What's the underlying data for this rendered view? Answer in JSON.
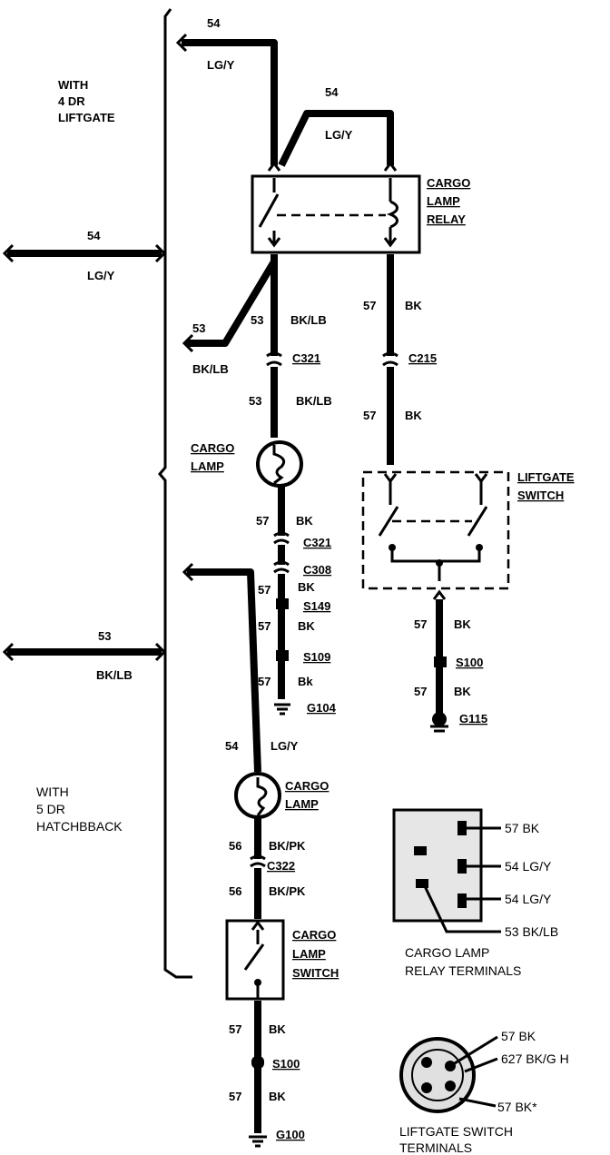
{
  "labels": {
    "with_4dr": "WITH",
    "with_4dr_2": "4 DR",
    "with_4dr_3": "LIFTGATE",
    "with_5dr": "WITH",
    "with_5dr_2": "5 DR",
    "with_5dr_3": "HATCHBBACK",
    "cargo_lamp_relay_1": "CARGO",
    "cargo_lamp_relay_2": "LAMP",
    "cargo_lamp_relay_3": "RELAY",
    "cargo_lamp_top_1": "CARGO",
    "cargo_lamp_top_2": "LAMP",
    "cargo_lamp_bot_1": "CARGO",
    "cargo_lamp_bot_2": "LAMP",
    "liftgate_switch_1": "LIFTGATE",
    "liftgate_switch_2": "SWITCH",
    "cargo_lamp_switch_1": "CARGO",
    "cargo_lamp_switch_2": "LAMP",
    "cargo_lamp_switch_3": "SWITCH",
    "relay_terminals_1": "CARGO LAMP",
    "relay_terminals_2": "RELAY TERMINALS",
    "liftgate_terminals_1": "LIFTGATE SWITCH",
    "liftgate_terminals_2": "TERMINALS"
  },
  "wires": {
    "w54_top": "54",
    "w54_top_c": "LG/Y",
    "w54_mid": "54",
    "w54_mid_c": "LG/Y",
    "w54_left": "54",
    "w54_left_c": "LG/Y",
    "w53_a": "53",
    "w53_a_c": "BK/LB",
    "w53_b": "53",
    "w53_b_c": "BK/LB",
    "w53_c": "53",
    "w53_c_c": "BK/LB",
    "w53_left": "53",
    "w53_left_c": "BK/LB",
    "w57_r1": "57",
    "w57_r1_c": "BK",
    "w57_r2": "57",
    "w57_r2_c": "BK",
    "w57_c1": "57",
    "w57_c1_c": "BK",
    "w57_c2": "57",
    "w57_c2_c": "BK",
    "w57_c3": "57",
    "w57_c3_c": "BK",
    "w57_c4": "57",
    "w57_c4_c": "Bk",
    "w57_l1": "57",
    "w57_l1_c": "BK",
    "w57_l2": "57",
    "w57_l2_c": "BK",
    "w54_hb": "54",
    "w54_hb_c": "LG/Y",
    "w56_a": "56",
    "w56_a_c": "BK/PK",
    "w56_b": "56",
    "w56_b_c": "BK/PK",
    "w57_b1": "57",
    "w57_b1_c": "BK",
    "w57_b2": "57",
    "w57_b2_c": "BK"
  },
  "connectors": {
    "c321_a": "C321",
    "c215": "C215",
    "c321_b": "C321",
    "c308": "C308",
    "s149": "S149",
    "s109": "S109",
    "g104": "G104",
    "s100_r": "S100",
    "g115": "G115",
    "c322": "C322",
    "s100_b": "S100",
    "g100": "G100"
  },
  "relay_terminals": {
    "t1": "57 BK",
    "t2": "54 LG/Y",
    "t3": "54 LG/Y",
    "t4": "53 BK/LB"
  },
  "liftgate_terminals": {
    "t1": "57 BK",
    "t2": "627 BK/G H",
    "t3": "57 BK*"
  }
}
